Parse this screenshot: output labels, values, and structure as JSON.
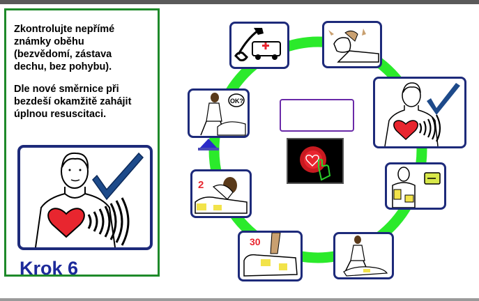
{
  "panel": {
    "text1": "Zkontrolujte nepřímé\nznámky oběhu\n(bezvědomí, zástava\ndechu, bez pohybu).",
    "text2": "Dle nové směrnice při\nbezdeší okamžitě zahájit\núplnou resuscitaci.",
    "step_title": "Krok 6",
    "image_icon": "circulation-check-icon"
  },
  "diagram": {
    "ring_color": "#2bea2b",
    "cards": [
      {
        "icon": "emergency-call-icon"
      },
      {
        "icon": "head-tilt-icon"
      },
      {
        "icon": "circulation-check-icon"
      },
      {
        "icon": "aed-icon"
      },
      {
        "icon": "recovery-position-icon"
      },
      {
        "icon": "chest-compression-icon",
        "label": "30"
      },
      {
        "icon": "rescue-breath-icon",
        "label": "2"
      },
      {
        "icon": "consciousness-check-icon",
        "label": "OK?"
      }
    ],
    "center_icon": "heart-press-icon",
    "prev_icon": "triangle-up-icon"
  },
  "colors": {
    "panel_border": "#1e8a2a",
    "card_border": "#1d2a7a",
    "title": "#1d2a9a",
    "heart": "#e8262f",
    "check": "#1d4a8a"
  }
}
